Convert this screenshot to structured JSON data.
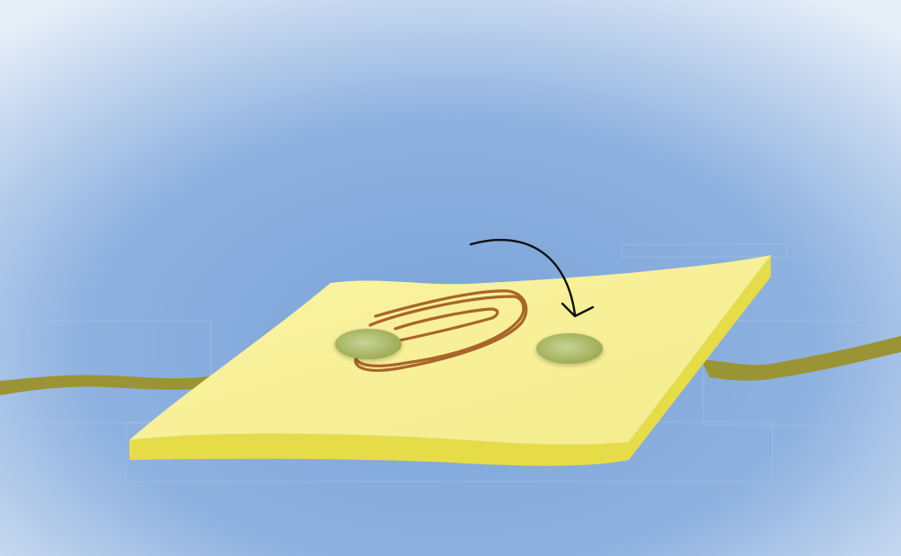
{
  "scene": {
    "colors": {
      "background_center": "#7aa3d8",
      "background_mid": "#8fb2e0",
      "background_edge": "#e6eef8",
      "pad_top": "#fbf4a4",
      "pad_top_shadow": "#f4ec8c",
      "pad_edge": "#e6dc48",
      "wire": "#9a9434",
      "wire_dark": "#8a8428",
      "paperclip": "#a8652a",
      "droplet_outer": "#9aa94e",
      "droplet_inner": "#c8d496",
      "arrow": "#111111",
      "seam": "#a9c3e6"
    },
    "objects": [
      {
        "name": "sticky-pad",
        "icon": "sticky-note-pad"
      },
      {
        "name": "wire",
        "icon": "wire"
      },
      {
        "name": "paperclip",
        "icon": "paperclip-icon"
      },
      {
        "name": "droplet-left",
        "icon": "droplet-icon"
      },
      {
        "name": "droplet-right",
        "icon": "droplet-icon"
      },
      {
        "name": "curved-arrow",
        "icon": "curved-arrow-icon"
      }
    ]
  }
}
